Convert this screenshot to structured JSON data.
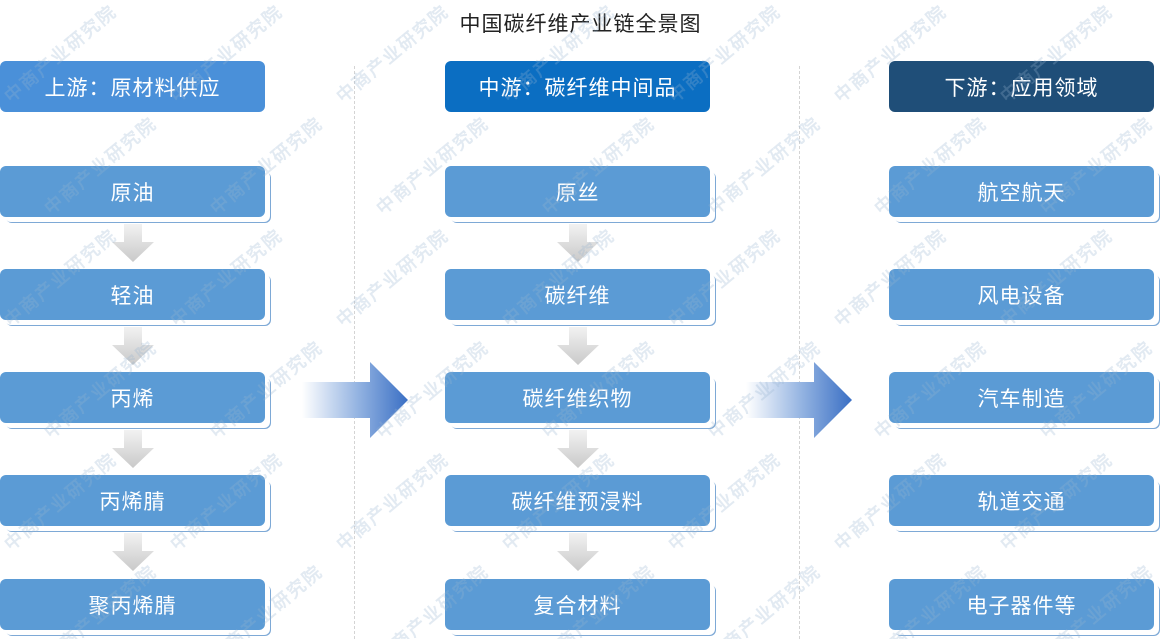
{
  "title": "中国碳纤维产业链全景图",
  "watermark": "中商产业研究院",
  "columns": [
    {
      "header": "上游：原材料供应",
      "items": [
        "原油",
        "轻油",
        "丙烯",
        "丙烯腈",
        "聚丙烯腈"
      ]
    },
    {
      "header": "中游：碳纤维中间品",
      "items": [
        "原丝",
        "碳纤维",
        "碳纤维织物",
        "碳纤维预浸料",
        "复合材料"
      ]
    },
    {
      "header": "下游：应用领域",
      "items": [
        "航空航天",
        "风电设备",
        "汽车制造",
        "轨道交通",
        "电子器件等"
      ]
    }
  ],
  "colors": {
    "upstream_header": "#4a90d9",
    "midstream_header": "#0b6ec2",
    "downstream_header": "#1f4e78",
    "box": "#5b9bd5",
    "arrow": "#3a6fc4"
  }
}
